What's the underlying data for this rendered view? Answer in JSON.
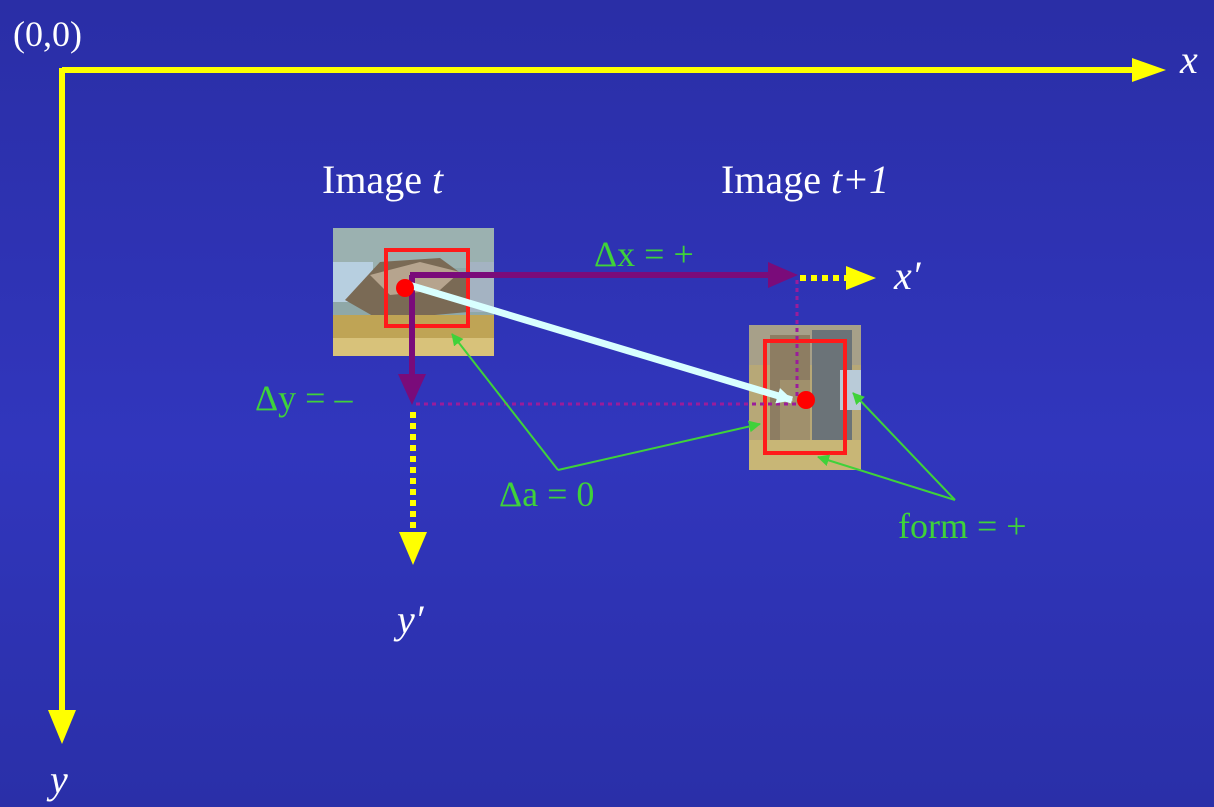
{
  "origin": "(0,0)",
  "axis_x": "x",
  "axis_y": "y",
  "axis_x_prime": "x′",
  "axis_y_prime": "y′",
  "image_t": {
    "prefix": "Image ",
    "var": "t"
  },
  "image_t1": {
    "prefix": "Image ",
    "var": "t+1"
  },
  "delta_x": "Δx = +",
  "delta_y": "Δy = –",
  "delta_a": "Δa = 0",
  "form": "form = +",
  "colors": {
    "background": "#2f34b8",
    "axis": "#ffff00",
    "displacement": "#7a0b7a",
    "motion_vector": "#d8ffff",
    "bounding_box": "#ff1a1a",
    "center_point": "#ff0000",
    "annotation": "#3fd23a"
  },
  "icons": [
    "image-patch-t",
    "image-patch-t1",
    "arrowhead"
  ]
}
